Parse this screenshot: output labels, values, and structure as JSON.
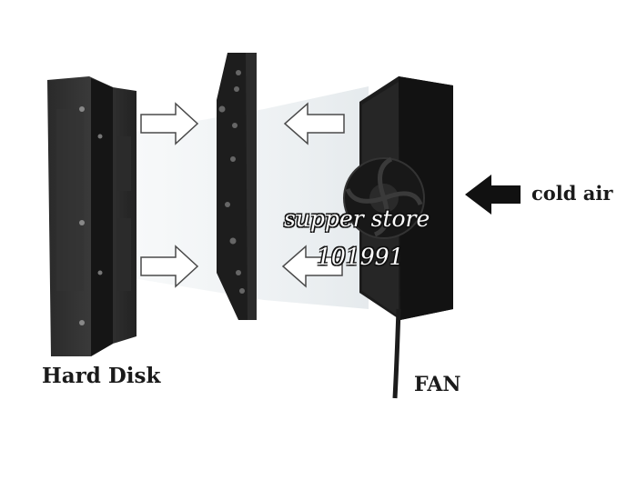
{
  "labels": {
    "hard_disk": "Hard Disk",
    "fan": "FAN",
    "cold_air": "cold air"
  },
  "watermark": {
    "line1": "supper store",
    "line2": "101991"
  },
  "icons": [
    "hard-disk-icon",
    "mounting-bracket-icon",
    "fan-icon",
    "hollow-arrow-icon",
    "solid-arrow-icon"
  ],
  "colors": {
    "background": "#ffffff",
    "device": "#1e1e1e",
    "airflow": "#d9dfe3",
    "text": "#1a1a1a"
  }
}
